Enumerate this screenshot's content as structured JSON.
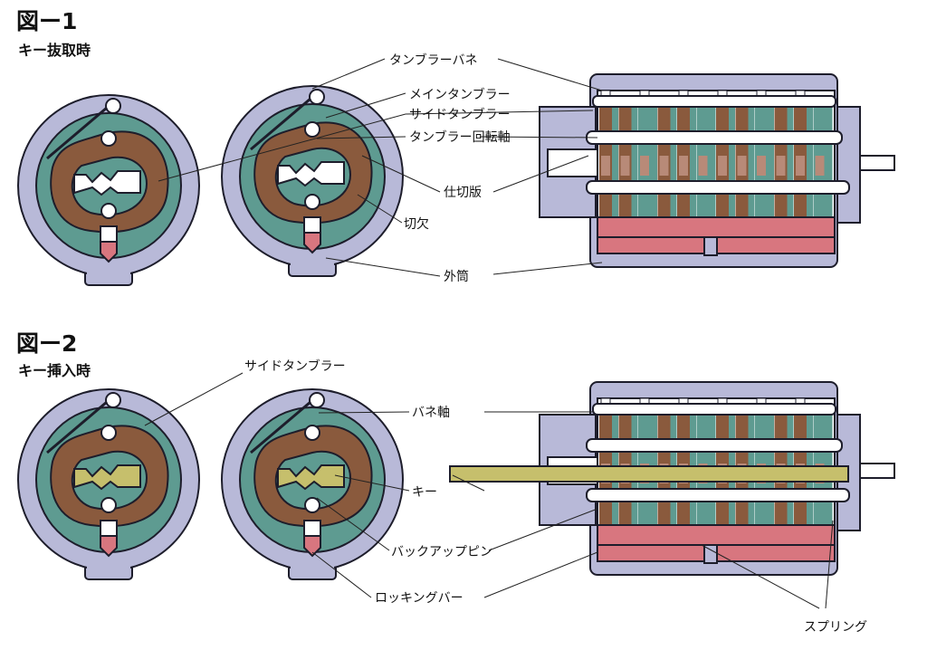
{
  "colors": {
    "housing": "#b8b9d8",
    "teal": "#5e9b91",
    "brown": "#8a5a3d",
    "brown_light": "#b88a78",
    "pink": "#d8767f",
    "key": "#c6bf6c",
    "outline": "#1d1d2b"
  },
  "figure1": {
    "title": "図ー1",
    "subtitle": "キー抜取時",
    "labels": {
      "tumbler_spring": "タンブラーバネ",
      "main_tumbler": "メインタンブラー",
      "side_tumbler": "サイドタンブラー",
      "tumbler_axis": "タンブラー回転軸",
      "partition": "仕切版",
      "notch": "切欠",
      "outer_cylinder": "外筒"
    }
  },
  "figure2": {
    "title": "図ー2",
    "subtitle": "キー挿入時",
    "labels": {
      "side_tumbler": "サイドタンブラー",
      "spring_axis": "バネ軸",
      "key": "キー",
      "backup_pin": "バックアップピン",
      "locking_bar": "ロッキングバー",
      "spring": "スプリング"
    }
  }
}
